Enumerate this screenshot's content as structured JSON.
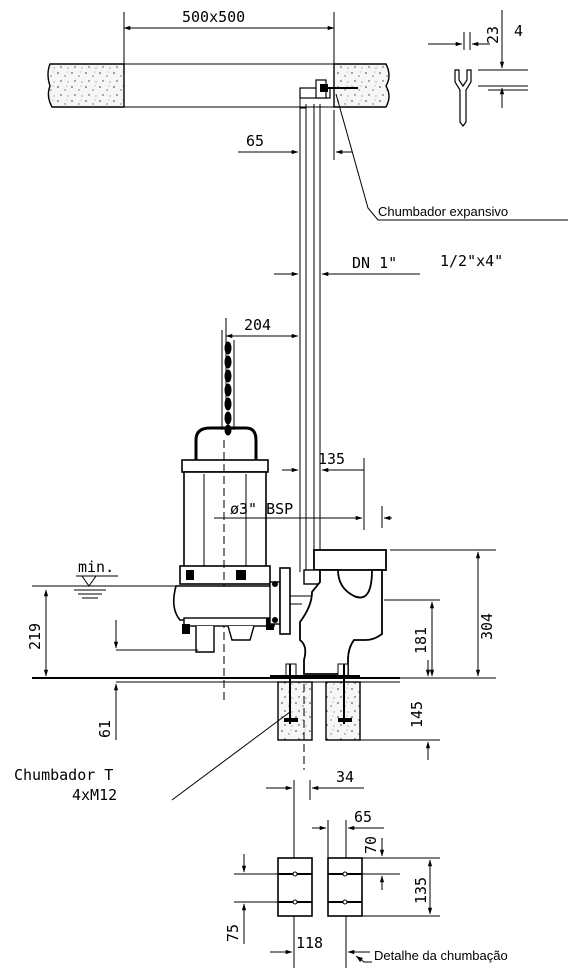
{
  "dimensions": {
    "pit_opening": "500x500",
    "detail_23": "23",
    "detail_4": "4",
    "rail_offset": "65",
    "pipe_dn": "DN 1\"",
    "pipe_size": "1/2\"x4\"",
    "pump_offset": "204",
    "outlet_offset": "135",
    "bsp": "ø3\" BSP",
    "height_219": "219",
    "height_304": "304",
    "height_181": "181",
    "height_61": "61",
    "depth_145": "145",
    "anchor_offset": "34",
    "detail_65": "65",
    "detail_70": "70",
    "detail_135": "135",
    "detail_75": "75",
    "detail_118": "118"
  },
  "labels": {
    "min_level": "min.",
    "expansion_anchor": "Chumbador expansivo",
    "t_anchor": "Chumbador T",
    "t_anchor_size": "4xM12",
    "anchor_detail": "Detalhe da chumbação"
  }
}
